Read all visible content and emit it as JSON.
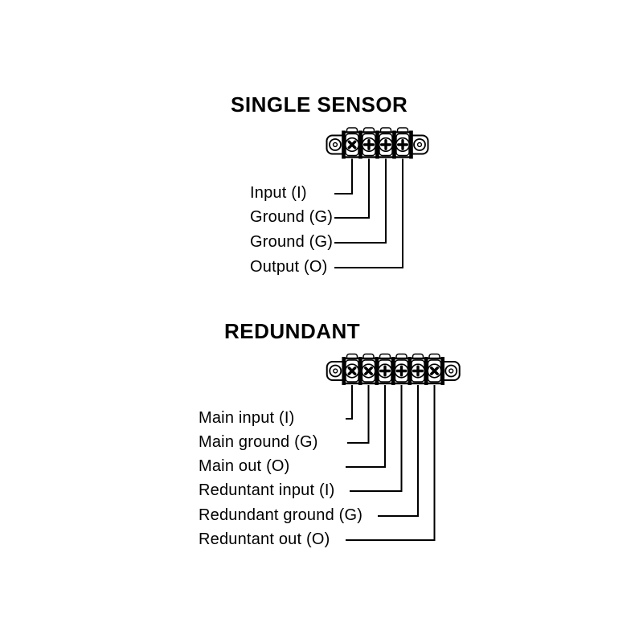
{
  "diagram": {
    "colors": {
      "ink": "#000000",
      "background": "#ffffff"
    },
    "sections": [
      {
        "title": "SINGLE SENSOR",
        "terminal_count": 4,
        "pin_labels": [
          "Input (I)",
          "Ground (G)",
          "Ground (G)",
          "Output (O)"
        ]
      },
      {
        "title": "REDUNDANT",
        "terminal_count": 6,
        "pin_labels": [
          "Main input (I)",
          "Main ground (G)",
          "Main out (O)",
          "Reduntant input (I)",
          "Redundant ground (G)",
          "Reduntant out (O)"
        ]
      }
    ]
  }
}
